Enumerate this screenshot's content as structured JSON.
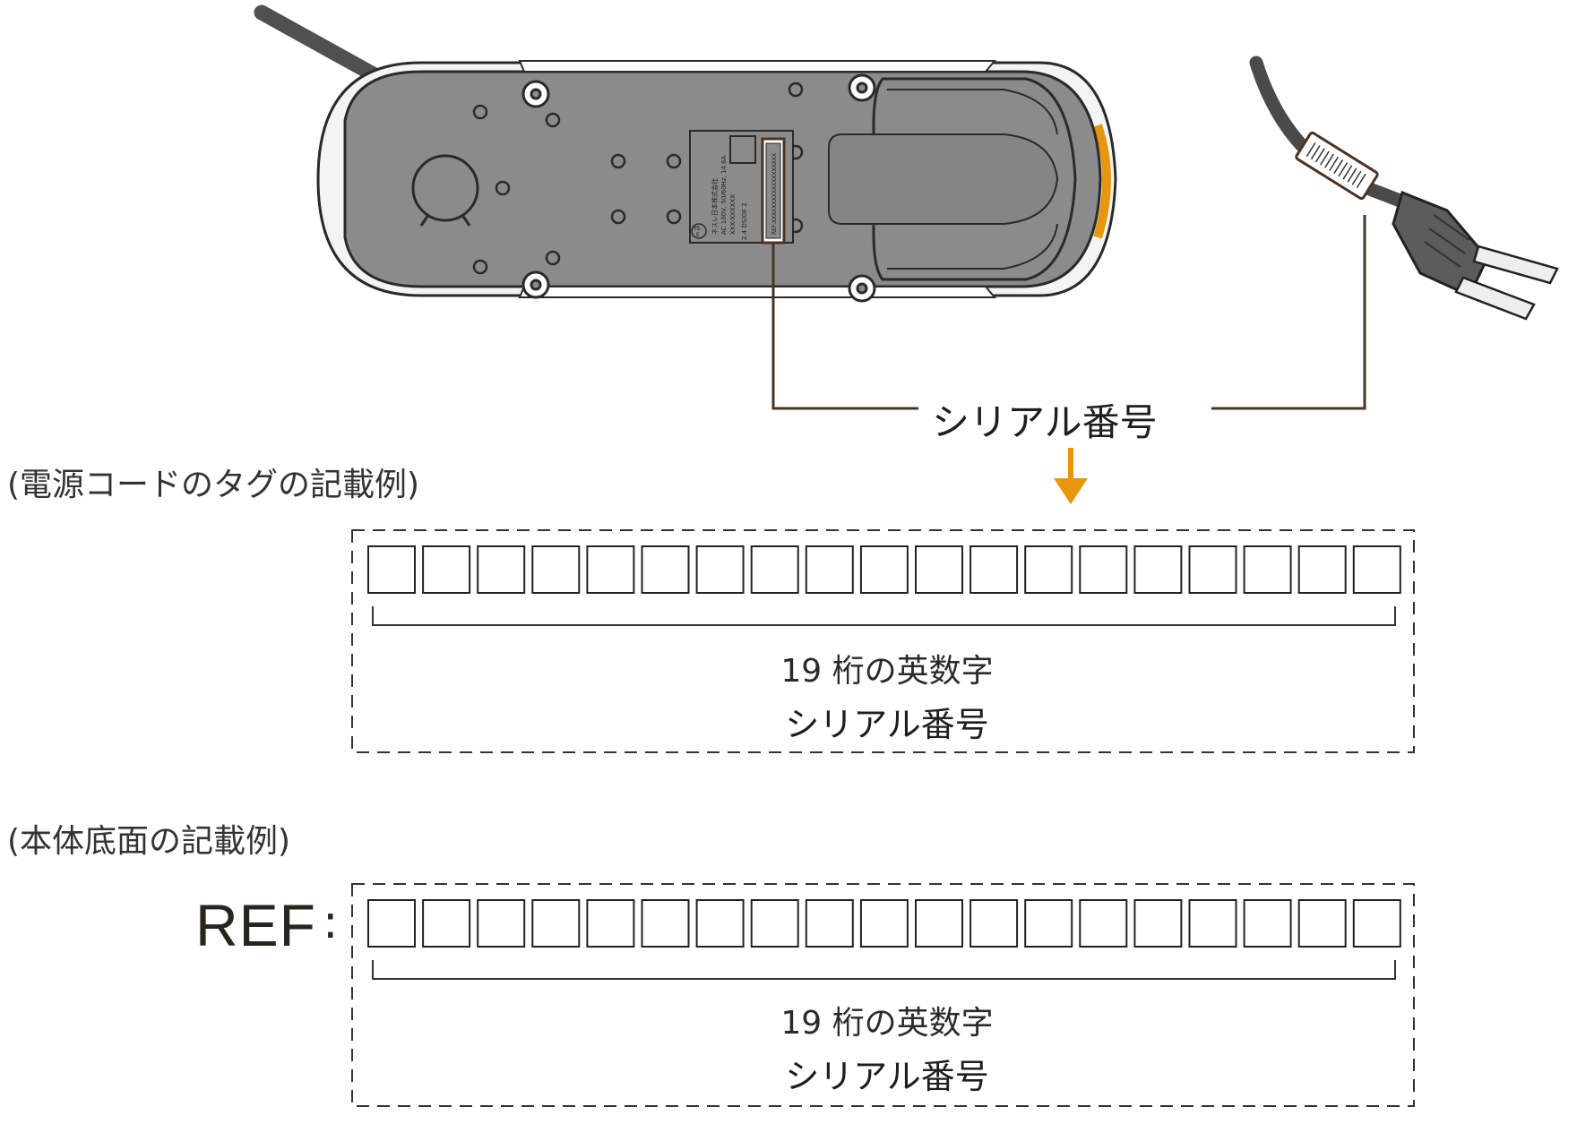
{
  "callout": {
    "serial_label": "シリアル番号"
  },
  "sections": [
    {
      "label": "(電源コードのタグの記載例)",
      "digit_count": 19,
      "description": "19 桁の英数字",
      "caption": "シリアル番号"
    },
    {
      "label": "(本体底面の記載例)",
      "prefix": "REF",
      "digit_count": 19,
      "description": "19 桁の英数字",
      "caption": "シリアル番号"
    }
  ],
  "device_label": {
    "ref_text": "REF:XXXXXXXXXXXXXXXXXXX",
    "maker_line": "ネスレ日本株式会社",
    "rating_line": "AC 100V, 50/60Hz, 14.6A",
    "model_line": "2.4 DS/OF 2",
    "mark_ps": "PS",
    "mark_e": "E",
    "small_code": "XXX-XXXXXX"
  },
  "colors": {
    "accent": "#e8950f",
    "leader": "#4a3424",
    "device_body": "#8b8b8b",
    "device_shell": "#f4f4f4"
  }
}
